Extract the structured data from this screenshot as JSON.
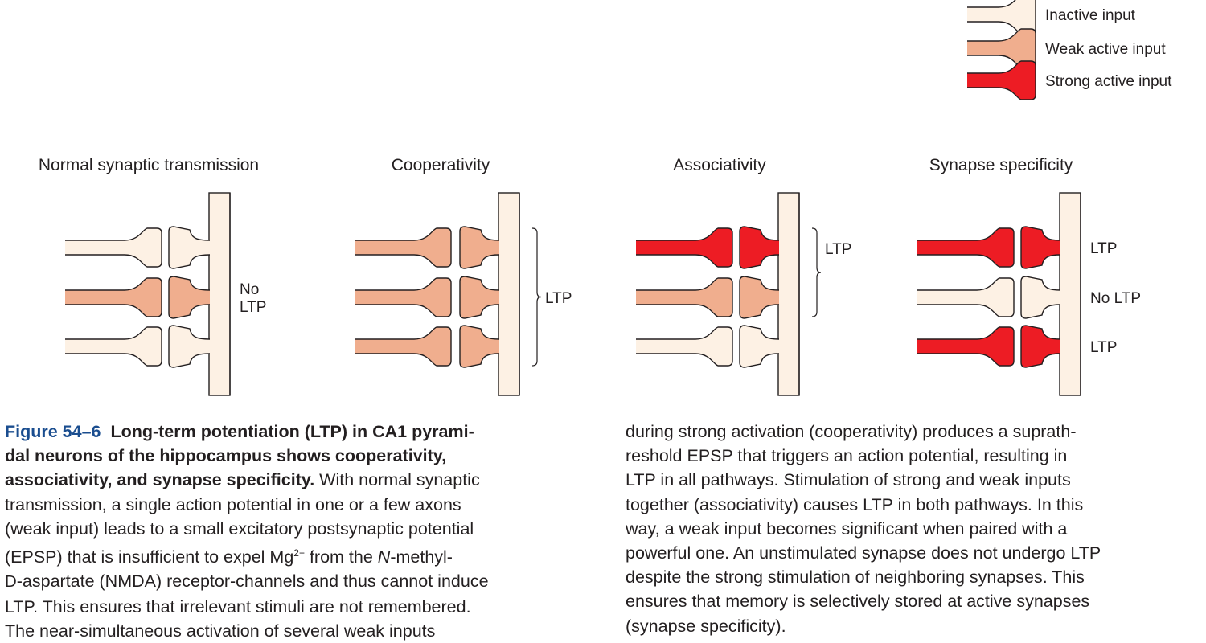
{
  "colors": {
    "inactive": "#fdf1e4",
    "weak": "#f0ae8e",
    "strong": "#ed1c24",
    "outline": "#231f20",
    "figure_number": "#1a4d8f",
    "dendrite": "#fdf1e4"
  },
  "legend": [
    {
      "type": "inactive",
      "label": "Inactive input"
    },
    {
      "type": "weak",
      "label": "Weak active input"
    },
    {
      "type": "strong",
      "label": "Strong active input"
    }
  ],
  "panels": [
    {
      "title": "Normal synaptic transmission",
      "inputs": [
        "inactive",
        "weak",
        "inactive"
      ],
      "labels": [
        {
          "text": "No",
          "row": 1,
          "line": 0
        },
        {
          "text": "LTP",
          "row": 1,
          "line": 1
        }
      ],
      "brace": null
    },
    {
      "title": "Cooperativity",
      "inputs": [
        "weak",
        "weak",
        "weak"
      ],
      "labels": [
        {
          "text": "LTP",
          "row": 1
        }
      ],
      "brace": {
        "from_row": 0,
        "to_row": 2
      }
    },
    {
      "title": "Associativity",
      "inputs": [
        "strong",
        "weak",
        "inactive"
      ],
      "labels": [
        {
          "text": "LTP",
          "row": 0.5
        }
      ],
      "brace": {
        "from_row": 0,
        "to_row": 1
      }
    },
    {
      "title": "Synapse specificity",
      "inputs": [
        "strong",
        "inactive",
        "strong"
      ],
      "labels": [
        {
          "text": "LTP",
          "row": 0
        },
        {
          "text": "No LTP",
          "row": 1
        },
        {
          "text": "LTP",
          "row": 2
        }
      ],
      "brace": null
    }
  ],
  "caption": {
    "figure_number": "Figure 54–6",
    "bold_lines": [
      "Long-term potentiation (LTP) in CA1 pyrami-",
      "dal neurons of the hippocampus shows cooperativity,",
      "associativity, and synapse specificity."
    ],
    "left_lines": [
      " With normal synaptic",
      "transmission, a single action potential in one or a few axons",
      "(weak input) leads to a small excitatory postsynaptic potential",
      "(EPSP) that is insufficient to expel Mg",
      "2+",
      " from the ",
      "N",
      "-methyl-",
      "D",
      "-aspartate (NMDA) receptor-channels and thus cannot induce",
      "LTP. This ensures that irrelevant stimuli are not remembered.",
      "The near-simultaneous activation of several weak inputs"
    ],
    "right_lines": [
      "during strong activation (cooperativity) produces a suprath-",
      "reshold EPSP that triggers an action potential, resulting in",
      "LTP in all pathways. Stimulation of strong and weak inputs",
      "together (associativity) causes LTP in both pathways. In this",
      "way, a weak input becomes significant when paired with a",
      "powerful one. An unstimulated synapse does not undergo LTP",
      "despite the strong stimulation of neighboring synapses. This",
      "ensures that memory is selectively stored at active synapses",
      "(synapse specificity)."
    ]
  }
}
